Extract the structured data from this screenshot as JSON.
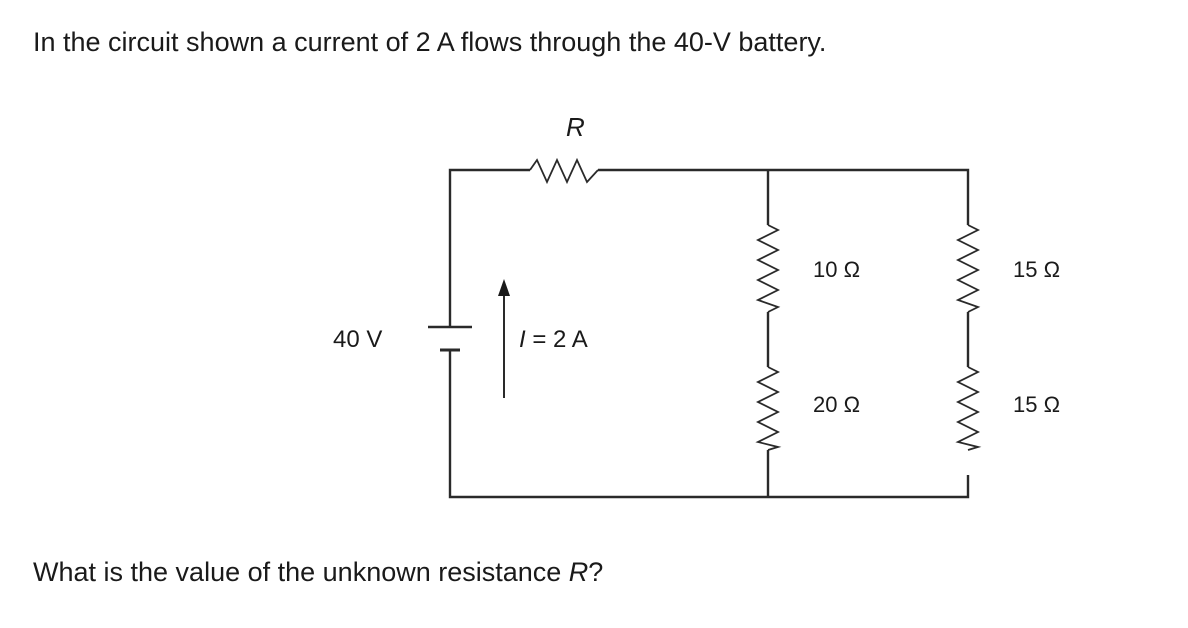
{
  "question": {
    "intro": "In the circuit shown a current of 2 A flows through the 40-V battery.",
    "prompt_start": "What is the value of the unknown resistance ",
    "prompt_var": "R",
    "prompt_end": "?"
  },
  "circuit": {
    "resistor_R_label": "R",
    "battery_label": "40 V",
    "current_label_var": "I",
    "current_label_value": " = 2 A",
    "middle_top_resistor": "10 Ω",
    "middle_bottom_resistor": "20 Ω",
    "right_top_resistor": "15 Ω",
    "right_bottom_resistor": "15 Ω"
  }
}
